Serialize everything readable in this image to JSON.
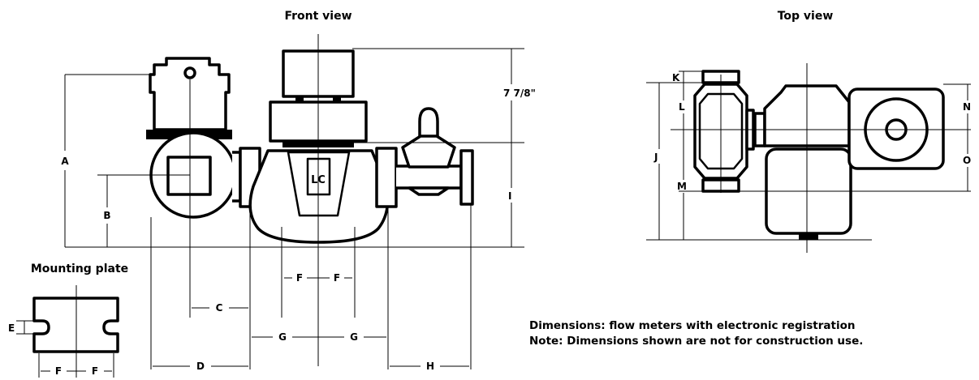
{
  "titles": {
    "front_view": "Front view",
    "top_view": "Top view",
    "mounting_plate": "Mounting plate"
  },
  "dimensions": {
    "height_label": "7 7/8\"",
    "a": "A",
    "b": "B",
    "c": "C",
    "d": "D",
    "e": "E",
    "f": "F",
    "g": "G",
    "h": "H",
    "i": "I",
    "j": "J",
    "k": "K",
    "l": "L",
    "m": "M",
    "n": "N",
    "o": "O"
  },
  "notes": {
    "line1": "Dimensions: flow meters with electronic registration",
    "line2": "Note: Dimensions shown are not for construction use."
  },
  "logo": "LC"
}
